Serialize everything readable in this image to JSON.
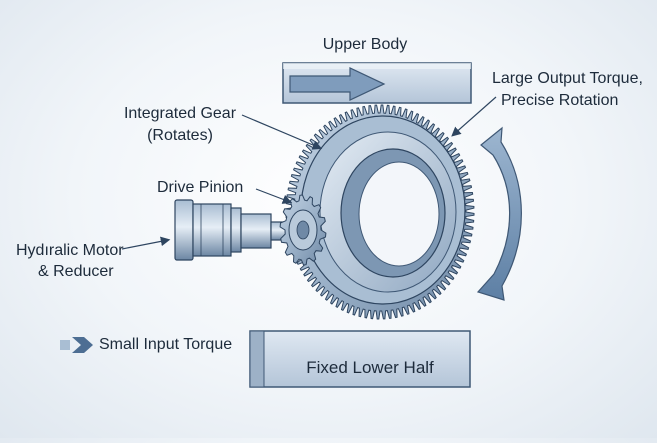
{
  "labels": {
    "upper_body": "Upper Body",
    "large_output_line1": "Large Output Torque,",
    "large_output_line2": "Precise Rotation",
    "integrated_gear_line1": "Integrated Gear",
    "integrated_gear_line2": "(Rotates)",
    "drive_pinion": "Drive Pinion",
    "motor_line1": "Hydıralic Motor",
    "motor_line2": "& Reducer",
    "small_input": "Small Input Torque",
    "fixed_lower": "Fixed Lower Half"
  },
  "colors": {
    "steel_light": "#c9d7e6",
    "steel_mid": "#8ea6c0",
    "steel_dark": "#4a6582",
    "outline": "#2e4560",
    "arrow_blue": "#6e8fb3",
    "text": "#1d2b3b"
  },
  "gear": {
    "teeth": 96
  },
  "pinion": {
    "teeth": 14
  }
}
